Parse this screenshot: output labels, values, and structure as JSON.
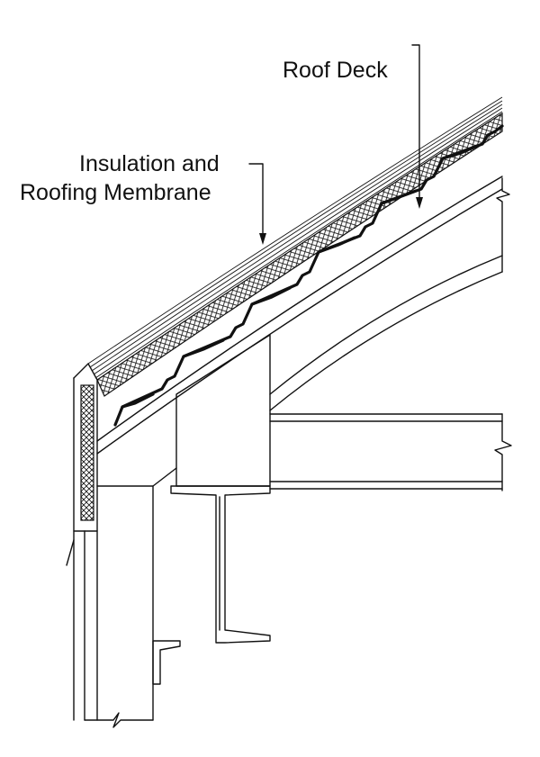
{
  "labels": {
    "roof_deck": "Roof Deck",
    "insulation_line1": "Insulation and",
    "insulation_line2": "Roofing Membrane"
  },
  "colors": {
    "line": "#111111",
    "background": "#ffffff"
  }
}
